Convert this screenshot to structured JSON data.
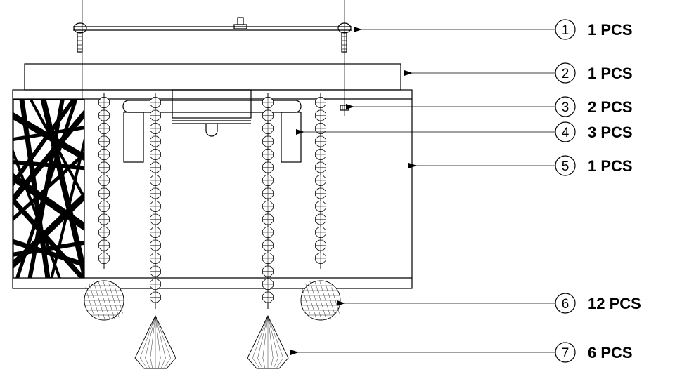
{
  "callouts": [
    {
      "number": "1",
      "quantity": "1 PCS"
    },
    {
      "number": "2",
      "quantity": "1 PCS"
    },
    {
      "number": "3",
      "quantity": "2 PCS"
    },
    {
      "number": "4",
      "quantity": "3 PCS"
    },
    {
      "number": "5",
      "quantity": "1 PCS"
    },
    {
      "number": "6",
      "quantity": "12 PCS"
    },
    {
      "number": "7",
      "quantity": "6 PCS"
    }
  ],
  "colors": {
    "line": "#000000",
    "background": "#ffffff"
  }
}
